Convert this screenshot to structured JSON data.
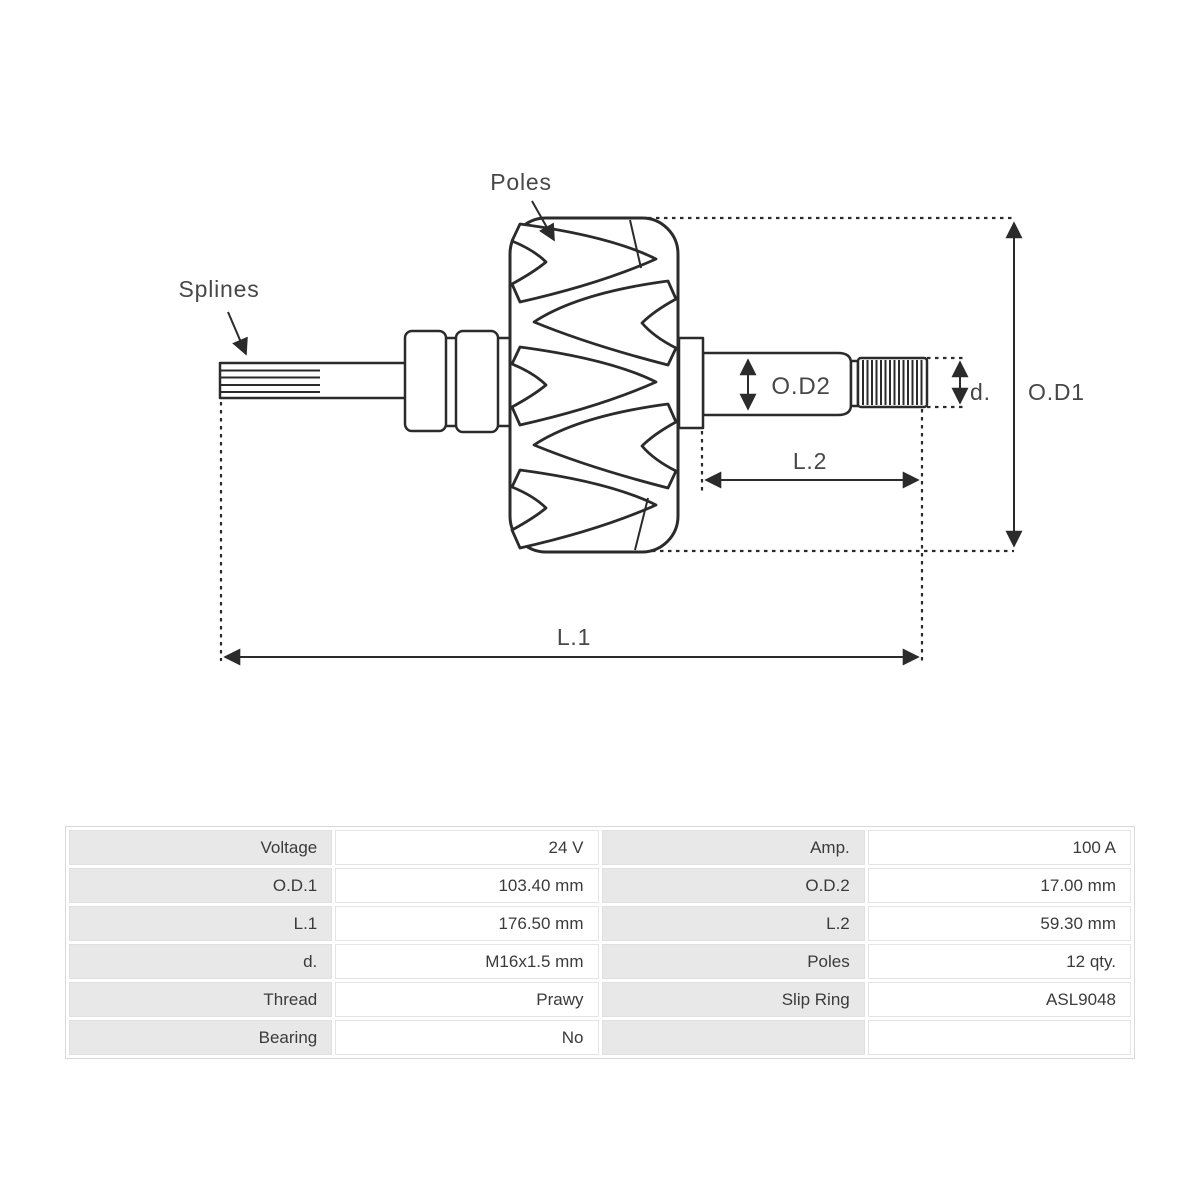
{
  "colors": {
    "line": "#2b2b2b",
    "diagram_text": "#474747",
    "table_label_bg": "#e8e8e8",
    "table_text": "#3b3b3b"
  },
  "diagram": {
    "labels": {
      "poles": "Poles",
      "splines": "Splines",
      "od2": "O.D2",
      "d": "d.",
      "od1": "O.D1",
      "l2": "L.2",
      "l1": "L.1"
    }
  },
  "table": {
    "rows": [
      [
        "Voltage",
        "24 V",
        "Amp.",
        "100 A"
      ],
      [
        "O.D.1",
        "103.40 mm",
        "O.D.2",
        "17.00 mm"
      ],
      [
        "L.1",
        "176.50 mm",
        "L.2",
        "59.30 mm"
      ],
      [
        "d.",
        "M16x1.5 mm",
        "Poles",
        "12 qty."
      ],
      [
        "Thread",
        "Prawy",
        "Slip Ring",
        "ASL9048"
      ],
      [
        "Bearing",
        "No",
        "",
        ""
      ]
    ]
  }
}
